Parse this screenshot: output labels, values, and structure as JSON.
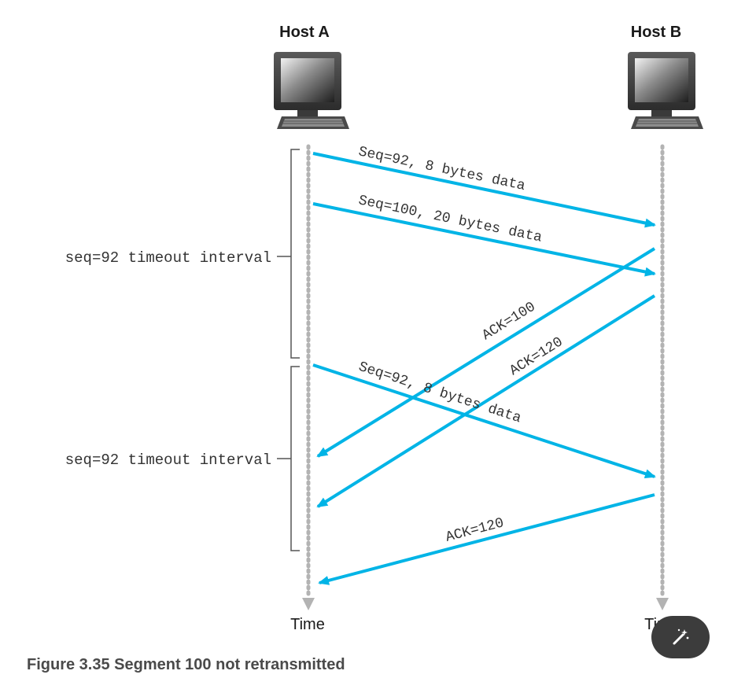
{
  "hosts": {
    "a": {
      "label": "Host A",
      "icon": "computer-icon"
    },
    "b": {
      "label": "Host B",
      "icon": "computer-icon"
    }
  },
  "time_labels": {
    "a": "Time",
    "b": "Time"
  },
  "timeouts": [
    {
      "label": "seq=92 timeout interval"
    },
    {
      "label": "seq=92 timeout interval"
    }
  ],
  "messages": [
    {
      "id": "m1",
      "label": "Seq=92, 8 bytes data",
      "direction": "A->B"
    },
    {
      "id": "m2",
      "label": "Seq=100, 20 bytes data",
      "direction": "A->B"
    },
    {
      "id": "m3",
      "label": "ACK=100",
      "direction": "B->A"
    },
    {
      "id": "m4",
      "label": "ACK=120",
      "direction": "B->A"
    },
    {
      "id": "m5",
      "label": "Seq=92, 8 bytes data",
      "direction": "A->B"
    },
    {
      "id": "m6",
      "label": "ACK=120",
      "direction": "B->A"
    }
  ],
  "caption": "Figure 3.35 Segment 100 not retransmitted",
  "floating_button": {
    "icon": "magic-wand-icon"
  },
  "colors": {
    "arrow": "#00b4e6",
    "timeline": "#b3b3b3",
    "bracket": "#555555",
    "caption": "#4a4a4a"
  }
}
